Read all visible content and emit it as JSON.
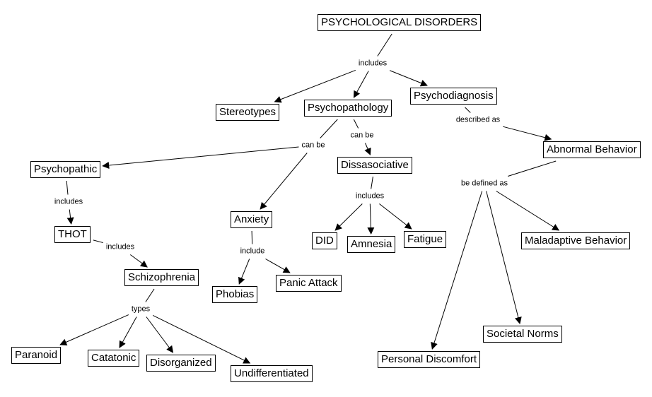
{
  "title": "PSYCHOLOGICAL DISORDERS",
  "nodes": {
    "root": "PSYCHOLOGICAL DISORDERS",
    "stereotypes": "Stereotypes",
    "psychopathology": "Psychopathology",
    "psychodiagnosis": "Psychodiagnosis",
    "psychopathic": "Psychopathic",
    "anxiety": "Anxiety",
    "dissasociative": "Dissasociative",
    "abnormal": "Abnormal Behavior",
    "thot": "THOT",
    "schizophrenia": "Schizophrenia",
    "phobias": "Phobias",
    "panic": "Panic Attack",
    "did": "DID",
    "amnesia": "Amnesia",
    "fatigue": "Fatigue",
    "maladaptive": "Maladaptive Behavior",
    "societal": "Societal Norms",
    "personal": "Personal Discomfort",
    "paranoid": "Paranoid",
    "catatonic": "Catatonic",
    "disorganized": "Disorganized",
    "undiff": "Undifferentiated"
  },
  "links": {
    "l_includes1": "includes",
    "l_canbe1": "can be",
    "l_canbe2": "can be",
    "l_described": "described as",
    "l_includes2": "includes",
    "l_include": "include",
    "l_includes3": "includes",
    "l_defined": "be defined as",
    "l_includes4": "includes",
    "l_types": "types"
  },
  "edges": [
    [
      "root",
      "l_includes1"
    ],
    [
      "l_includes1",
      "stereotypes"
    ],
    [
      "l_includes1",
      "psychopathology"
    ],
    [
      "l_includes1",
      "psychodiagnosis"
    ],
    [
      "psychopathology",
      "l_canbe1"
    ],
    [
      "l_canbe1",
      "psychopathic"
    ],
    [
      "l_canbe1",
      "anxiety"
    ],
    [
      "psychopathology",
      "l_canbe2"
    ],
    [
      "l_canbe2",
      "dissasociative"
    ],
    [
      "psychodiagnosis",
      "l_described"
    ],
    [
      "l_described",
      "abnormal"
    ],
    [
      "psychopathic",
      "l_includes2"
    ],
    [
      "l_includes2",
      "thot"
    ],
    [
      "thot",
      "l_includes4"
    ],
    [
      "l_includes4",
      "schizophrenia"
    ],
    [
      "schizophrenia",
      "l_types"
    ],
    [
      "l_types",
      "paranoid"
    ],
    [
      "l_types",
      "catatonic"
    ],
    [
      "l_types",
      "disorganized"
    ],
    [
      "l_types",
      "undiff"
    ],
    [
      "anxiety",
      "l_include"
    ],
    [
      "l_include",
      "phobias"
    ],
    [
      "l_include",
      "panic"
    ],
    [
      "dissasociative",
      "l_includes3"
    ],
    [
      "l_includes3",
      "did"
    ],
    [
      "l_includes3",
      "amnesia"
    ],
    [
      "l_includes3",
      "fatigue"
    ],
    [
      "abnormal",
      "l_defined"
    ],
    [
      "l_defined",
      "maladaptive"
    ],
    [
      "l_defined",
      "societal"
    ],
    [
      "l_defined",
      "personal"
    ]
  ]
}
